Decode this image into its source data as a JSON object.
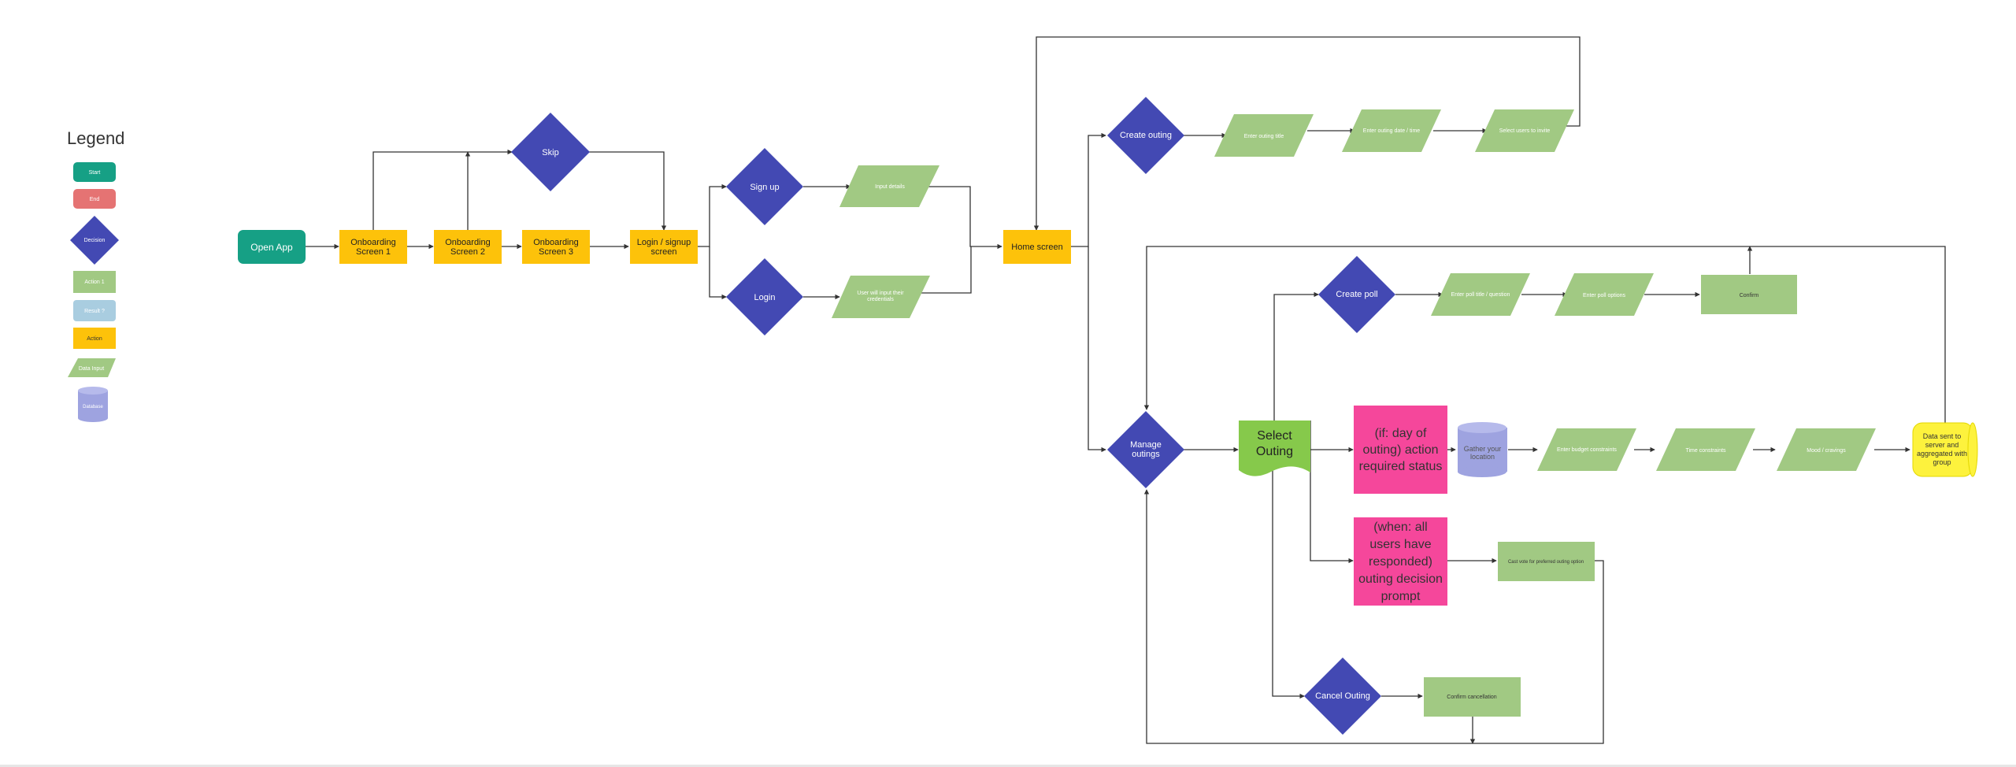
{
  "legend": {
    "title": "Legend",
    "start": "Start",
    "end": "End",
    "decision": "Decision",
    "action1": "Action 1",
    "result": "Result ?",
    "action": "Action",
    "data_input": "Data Input",
    "database": "Database"
  },
  "nodes": {
    "open_app": "Open App",
    "onboarding_1": "Onboarding Screen 1",
    "onboarding_2": "Onboarding Screen 2",
    "onboarding_3": "Onboarding Screen 3",
    "skip": "Skip",
    "login_signup": "Login / signup screen",
    "sign_up": "Sign up",
    "login": "Login",
    "input_details": "Input details",
    "user_will_input_login": "User will input their credentials",
    "home_screen": "Home screen",
    "create_outing": "Create outing",
    "enter_outing_title": "Enter outing title",
    "enter_outing_date": "Enter outing date / time",
    "select_users": "Select users to invite",
    "create_poll": "Create poll",
    "enter_poll_title": "Enter poll title / question",
    "enter_poll_options": "Enter poll options",
    "confirm_poll": "Confirm",
    "manage_outings": "Manage outings",
    "select_outing": "Select Outing",
    "day_of_outing": "(if: day of outing) action required status",
    "gather_location": "Gather your location",
    "enter_budget": "Enter budget constraints",
    "time_constraints": "Time constraints",
    "mood_cravings": "Mood / cravings",
    "data_sent": "Data sent to server and aggregated with group",
    "when_all_users": "(when: all users have responded) outing decision prompt",
    "cast_vote": "Cast vote for preferred outing option",
    "cancel_outing": "Cancel Outing",
    "confirm_cancellation": "Confirm cancellation"
  },
  "colors": {
    "start": "#16a085",
    "end": "#e57373",
    "decision": "#4349b3",
    "action_green": "#a1c983",
    "result": "#a9cde0",
    "action_yellow": "#fdc20a",
    "database": "#9ea3e0",
    "pink": "#f5479b",
    "bright_green": "#86c94b",
    "data_sent": "#fdf23d"
  }
}
